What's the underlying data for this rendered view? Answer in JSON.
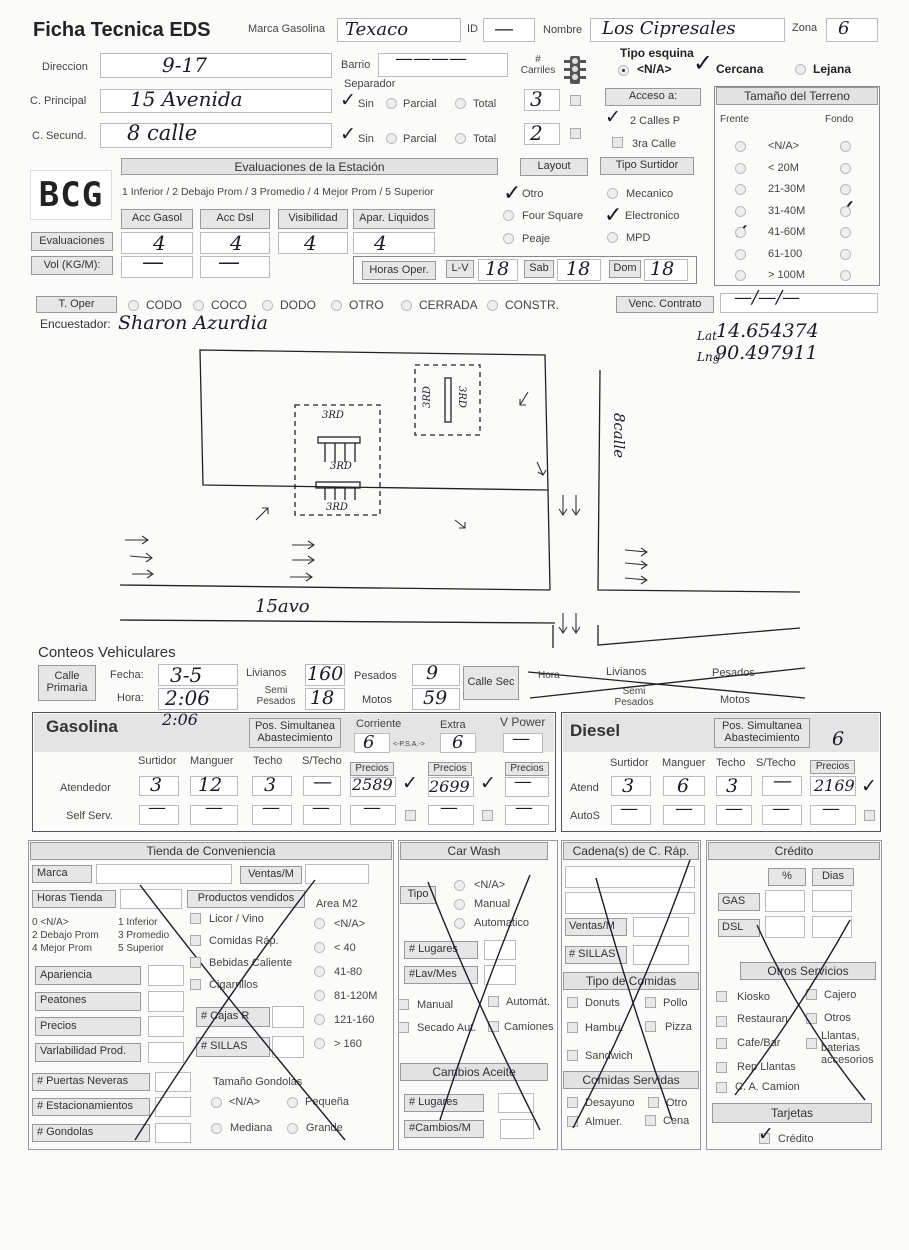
{
  "header": {
    "title": "Ficha Tecnica EDS",
    "marca_label": "Marca Gasolina",
    "marca_value": "Texaco",
    "id_label": "ID",
    "id_value": "—",
    "nombre_label": "Nombre",
    "nombre_value": "Los Cipresales",
    "zona_label": "Zona",
    "zona_value": "6"
  },
  "location": {
    "direccion_label": "Direccion",
    "direccion_value": "9-17",
    "barrio_label": "Barrio",
    "barrio_value": "————",
    "camiles_label": "# Carriles",
    "c_principal_label": "C. Principal",
    "c_principal_value": "15 Avenida",
    "c_principal_carriles": "3",
    "c_secund_label": "C. Secund.",
    "c_secund_value": "8 calle",
    "c_secund_carriles": "2",
    "separador_label": "Separador",
    "sin": "Sin",
    "parcial": "Parcial",
    "total": "Total"
  },
  "tipo_esquina": {
    "label": "Tipo esquina",
    "na": "<N/A>",
    "cercana": "Cercana",
    "lejana": "Lejana"
  },
  "acceso": {
    "label": "Acceso a:",
    "dos_calles": "2 Calles P",
    "tres_calle": "3ra Calle"
  },
  "terreno": {
    "label": "Tamaño del Terreno",
    "frente": "Frente",
    "fondo": "Fondo",
    "options": [
      "<N/A>",
      "< 20M",
      "21-30M",
      "31-40M",
      "41-60M",
      "61-100",
      "> 100M"
    ]
  },
  "evaluaciones": {
    "header": "Evaluaciones de la Estación",
    "scale": "1 Inferior / 2 Debajo Prom / 3 Promedio / 4 Mejor Prom / 5 Superior",
    "logo": "BCG",
    "cols": [
      "Acc Gasol",
      "Acc Dsl",
      "Visibilidad",
      "Apar. Liquidos"
    ],
    "row_label": "Evaluaciones",
    "values": [
      "4",
      "4",
      "4",
      "4"
    ],
    "vol_label": "Vol (KG/M):",
    "vol_values": [
      "—",
      "—"
    ]
  },
  "layout": {
    "label": "Layout",
    "otro": "Otro",
    "four_square": "Four Square",
    "peaje": "Peaje"
  },
  "tipo_surtidor": {
    "label": "Tipo Surtidor",
    "mecanico": "Mecanico",
    "electronico": "Electronico",
    "mpd": "MPD"
  },
  "horas": {
    "label": "Horas Oper.",
    "lv": "L-V",
    "lv_value": "18",
    "sab": "Sab",
    "sab_value": "18",
    "dom": "Dom",
    "dom_value": "18"
  },
  "t_oper": {
    "label": "T. Oper",
    "options": [
      "CODO",
      "COCO",
      "DODO",
      "OTRO",
      "CERRADA",
      "CONSTR."
    ]
  },
  "contrato": {
    "label": "Venc. Contrato",
    "value": "—/—/—"
  },
  "encuestador": {
    "label": "Encuestador:",
    "value": "Sharon Azurdia"
  },
  "coords": {
    "lat_label": "Lat",
    "lat_value": "14.654374",
    "lng_label": "Lng",
    "lng_value": "90.497911"
  },
  "sketch": {
    "street_bottom": "15avo",
    "street_right": "8calle",
    "pump_label": "3RD"
  },
  "conteos": {
    "title": "Conteos Vehiculares",
    "calle_primaria": "Calle Primaria",
    "fecha_label": "Fecha:",
    "fecha_value": "3-5",
    "hora_label": "Hora:",
    "hora_value": "2:06",
    "livianos_label": "Livianos",
    "livianos_value": "160",
    "semi_label": "Semi Pesados",
    "semi_value": "18",
    "pesados_label": "Pesados",
    "pesados_value": "9",
    "motos_label": "Motos",
    "motos_value": "59",
    "calle_sec": "Calle Sec",
    "hora2": "Hora",
    "livianos2": "Livianos",
    "semi2": "Semi Pesados",
    "pesados2": "Pesados",
    "motos2": "Motos"
  },
  "gasolina": {
    "title": "Gasolina",
    "pos_sim": "Pos. Simultanea Abastecimiento",
    "corriente": "Corriente",
    "extra": "Extra",
    "vpower": "V Power",
    "corriente_val": "6",
    "extra_val": "6",
    "vpower_val": "—",
    "psa": "<-P.S.A.->",
    "cols": [
      "Surtidor",
      "Manguer",
      "Techo",
      "S/Techo"
    ],
    "atendedor": "Atendedor",
    "self": "Self Serv.",
    "att_values": [
      "3",
      "12",
      "3",
      "—"
    ],
    "precios": "Precios",
    "precio_corriente": "2589",
    "precio_extra": "2699",
    "precio_vpower": "—"
  },
  "diesel": {
    "title": "Diesel",
    "pos_sim": "Pos. Simultanea Abastecimiento",
    "pos_val": "6",
    "cols": [
      "Surtidor",
      "Manguer",
      "Techo",
      "S/Techo"
    ],
    "precios": "Precios",
    "atend": "Atend",
    "autos": "AutoS",
    "att_values": [
      "3",
      "6",
      "3",
      "—"
    ],
    "precio": "2169"
  },
  "tienda": {
    "header": "Tienda de Conveniencia",
    "marca": "Marca",
    "ventas": "Ventas/M",
    "horas": "Horas Tienda",
    "productos": "Productos vendidos",
    "scale": [
      "0 <N/A>",
      "1 Inferior",
      "2 Debajo Prom",
      "3 Promedio",
      "4 Mejor Prom",
      "5 Superior"
    ],
    "prod_items": [
      "Licor / Vino",
      "Comidas Ráp.",
      "Bebidas Caliente",
      "Cigarrillos"
    ],
    "area_label": "Area M2",
    "area_items": [
      "<N/A>",
      "< 40",
      "41-80",
      "81-120M",
      "121-160",
      "> 160"
    ],
    "eval_items": [
      "Apariencia",
      "Peatones",
      "Precios",
      "Varlabilidad Prod."
    ],
    "cajas": "# Cajas R",
    "sillas": "# SILLAS",
    "neveras": "# Puertas Neveras",
    "estac": "# Estacionamientos",
    "gondolas": "# Gondolas",
    "tam_gondolas": "Tamaño Gondolas",
    "g_items": [
      "<N/A>",
      "Pequeña",
      "Mediana",
      "Grande"
    ]
  },
  "carwash": {
    "header": "Car Wash",
    "tipo": "Tipo",
    "t_items": [
      "<N/A>",
      "Manual",
      "Automatico"
    ],
    "lugares": "# Lugares",
    "lav": "#Lav/Mes",
    "c_items": [
      "Manual",
      "Automát.",
      "Secado Aut.",
      "Camiones"
    ],
    "cambios": "Cambios Aceite",
    "lugares2": "# Lugares",
    "cambios_m": "#Cambios/M"
  },
  "cadena": {
    "header": "Cadena(s) de C. Ráp.",
    "ventas": "Ventas/M",
    "sillas": "# SILLAS",
    "tipo": "Tipo de Comidas",
    "t_items": [
      "Donuts",
      "Pollo",
      "Hambu.",
      "Pizza",
      "Sandwich"
    ],
    "servidas": "Comidas Servidas",
    "s_items": [
      "Desayuno",
      "Otro",
      "Almuer.",
      "Cena"
    ]
  },
  "credito": {
    "header": "Crédito",
    "pct": "%",
    "dias": "Dias",
    "gas": "GAS",
    "dsl": "DSL",
    "otros": "Otros Servicios",
    "o_items": [
      "Kiosko",
      "Cajero",
      "Restauran",
      "Otros",
      "Cafe/Bar",
      "Llantas, baterias accesorios",
      "Rep Llantas",
      "C. A. Camion"
    ],
    "tarjetas": "Tarjetas",
    "credito": "Crédito"
  }
}
